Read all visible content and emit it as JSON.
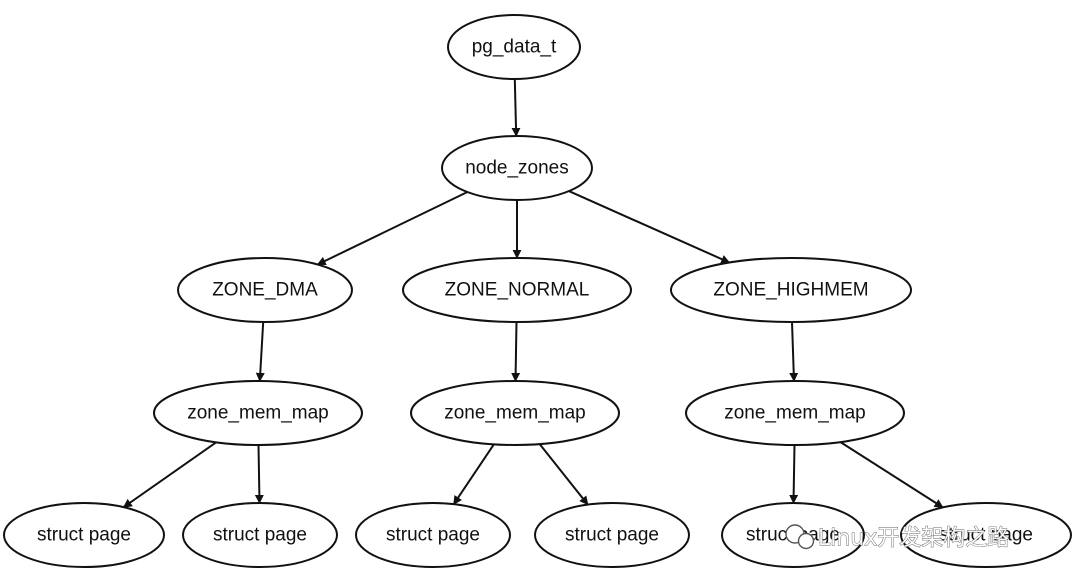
{
  "diagram": {
    "nodes": [
      {
        "id": "pg_data_t",
        "label": "pg_data_t"
      },
      {
        "id": "node_zones",
        "label": "node_zones"
      },
      {
        "id": "zone_dma",
        "label": "ZONE_DMA"
      },
      {
        "id": "zone_normal",
        "label": "ZONE_NORMAL"
      },
      {
        "id": "zone_highmem",
        "label": "ZONE_HIGHMEM"
      },
      {
        "id": "mem_map_dma",
        "label": "zone_mem_map"
      },
      {
        "id": "mem_map_normal",
        "label": "zone_mem_map"
      },
      {
        "id": "mem_map_highmem",
        "label": "zone_mem_map"
      },
      {
        "id": "page_dma_1",
        "label": "struct page"
      },
      {
        "id": "page_dma_2",
        "label": "struct page"
      },
      {
        "id": "page_normal_1",
        "label": "struct page"
      },
      {
        "id": "page_normal_2",
        "label": "struct page"
      },
      {
        "id": "page_highmem_1",
        "label": "struct page"
      },
      {
        "id": "page_highmem_2",
        "label": "struct page"
      }
    ],
    "edges": [
      {
        "from": "pg_data_t",
        "to": "node_zones"
      },
      {
        "from": "node_zones",
        "to": "zone_dma"
      },
      {
        "from": "node_zones",
        "to": "zone_normal"
      },
      {
        "from": "node_zones",
        "to": "zone_highmem"
      },
      {
        "from": "zone_dma",
        "to": "mem_map_dma"
      },
      {
        "from": "zone_normal",
        "to": "mem_map_normal"
      },
      {
        "from": "zone_highmem",
        "to": "mem_map_highmem"
      },
      {
        "from": "mem_map_dma",
        "to": "page_dma_1"
      },
      {
        "from": "mem_map_dma",
        "to": "page_dma_2"
      },
      {
        "from": "mem_map_normal",
        "to": "page_normal_1"
      },
      {
        "from": "mem_map_normal",
        "to": "page_normal_2"
      },
      {
        "from": "mem_map_highmem",
        "to": "page_highmem_1"
      },
      {
        "from": "mem_map_highmem",
        "to": "page_highmem_2"
      }
    ]
  },
  "watermark": {
    "text": "Linux开发架构之路",
    "icon": "wechat-icon"
  }
}
